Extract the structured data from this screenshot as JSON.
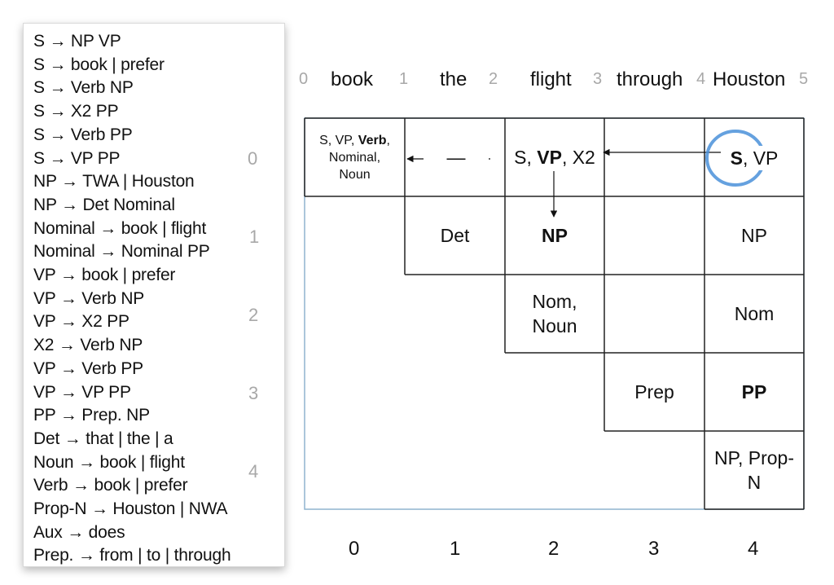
{
  "grammar": {
    "rules": [
      "S → NP VP",
      "S → book | prefer",
      "S → Verb NP",
      "S → X2 PP",
      "S → Verb PP",
      "S → VP PP",
      "NP → TWA | Houston",
      "NP → Det Nominal",
      "Nominal → book | flight",
      "Nominal → Nominal PP",
      "VP → book | prefer",
      "VP → Verb NP",
      "VP → X2 PP",
      "X2 → Verb NP",
      "VP → Verb PP",
      "VP → VP PP",
      "PP → Prep. NP",
      "Det → that | the | a",
      "Noun → book | flight",
      "Verb → book | prefer",
      "Prop-N → Houston | NWA",
      "Aux → does",
      "Prep. → from | to | through"
    ]
  },
  "row_indices": [
    "0",
    "1",
    "2",
    "3",
    "4"
  ],
  "sentence": {
    "positions": [
      "0",
      "1",
      "2",
      "3",
      "4",
      "5"
    ],
    "words": [
      "book",
      "the",
      "flight",
      "through",
      "Houston"
    ]
  },
  "column_indices": [
    "0",
    "1",
    "2",
    "3",
    "4"
  ],
  "cells": {
    "c00": {
      "pre": "S, VP, ",
      "bold": "Verb",
      "post": ",",
      "line2": "Nominal,",
      "line3": "Noun"
    },
    "c01": {
      "text": "—"
    },
    "c02": {
      "pre": "S, ",
      "bold": "VP",
      "post": ", X2"
    },
    "c04": {
      "bold": "S",
      "post": ", VP"
    },
    "c11": {
      "text": "Det"
    },
    "c12": {
      "bold": "NP"
    },
    "c14": {
      "text": "NP"
    },
    "c22": {
      "line1": "Nom,",
      "line2": "Noun"
    },
    "c24": {
      "text": "Nom"
    },
    "c33": {
      "text": "Prep"
    },
    "c34": {
      "bold": "PP"
    },
    "c44": {
      "line1": "NP, Prop-",
      "line2": "N"
    }
  },
  "colors": {
    "cell_border": "#222222",
    "frame_border": "#8fb4cf",
    "circle": "#4a90d9",
    "muted_index": "#a8a8a8"
  }
}
